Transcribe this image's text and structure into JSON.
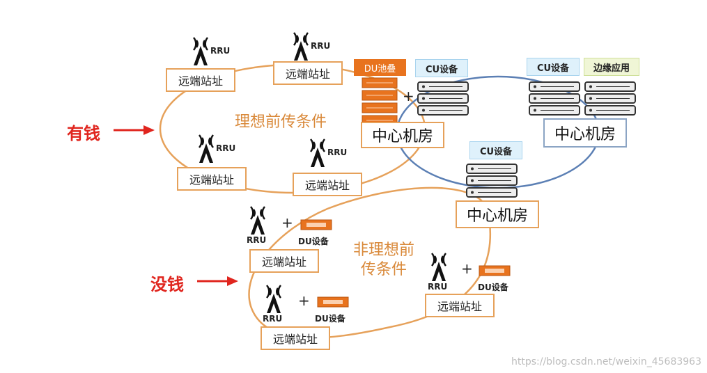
{
  "labels": {
    "rich": "有钱",
    "poor": "没钱",
    "ideal_line1": "理想前传条件",
    "nonideal_line1": "非理想前",
    "nonideal_line2": "传条件",
    "remote_site": "远端站址",
    "central_room": "中心机房",
    "rru": "RRU",
    "du_device": "DU设备",
    "du_pool": "DU池叠",
    "cu_device": "CU设备",
    "edge_app": "边缘应用",
    "plus": "+"
  },
  "watermark": "https://blog.csdn.net/weixin_45683963",
  "colors": {
    "ring_orange": "#e6a15a",
    "ring_blue": "#5b7fb4",
    "arrow_red": "#e0251e",
    "du_orange": "#e8731e"
  },
  "icons": [
    "antenna-tower-icon",
    "server-rack-icon",
    "du-unit-icon",
    "arrow-right-icon"
  ]
}
